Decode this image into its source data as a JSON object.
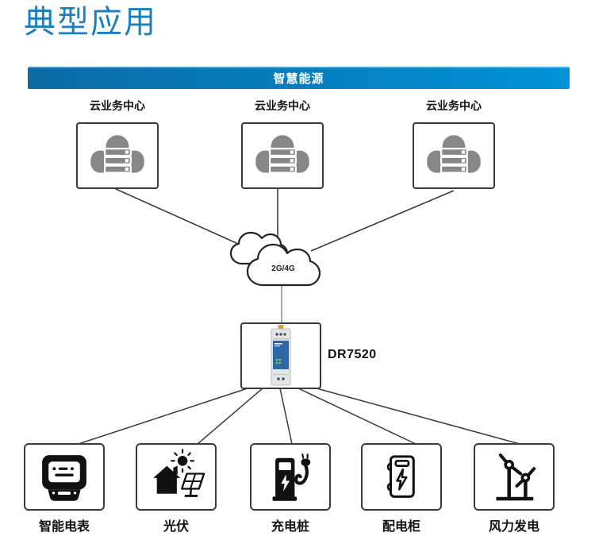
{
  "page": {
    "title": "典型应用"
  },
  "banner": {
    "label": "智慧能源"
  },
  "colors": {
    "title_blue": "#1a7fc0",
    "banner_gradient_left": "#0a6aa4",
    "banner_gradient_right": "#0092d8",
    "diagram_line": "#3a3a3a",
    "icon_gray": "#878787",
    "device_panel_blue": "#2f66a5",
    "device_antenna_orange": "#dfa13f"
  },
  "cloud_centers": [
    {
      "label": "云业务中心",
      "icon": "server-cloud-icon"
    },
    {
      "label": "云业务中心",
      "icon": "server-cloud-icon"
    },
    {
      "label": "云业务中心",
      "icon": "server-cloud-icon"
    }
  ],
  "network": {
    "label": "2G/4G",
    "icon": "cloud-icon"
  },
  "gateway": {
    "label": "DR7520",
    "icon": "din-rail-router-icon"
  },
  "endpoints": [
    {
      "label": "智能电表",
      "icon": "smart-meter-icon"
    },
    {
      "label": "光伏",
      "icon": "solar-pv-icon"
    },
    {
      "label": "充电桩",
      "icon": "ev-charger-icon"
    },
    {
      "label": "配电柜",
      "icon": "distribution-cabinet-icon"
    },
    {
      "label": "风力发电",
      "icon": "wind-turbine-icon"
    }
  ]
}
